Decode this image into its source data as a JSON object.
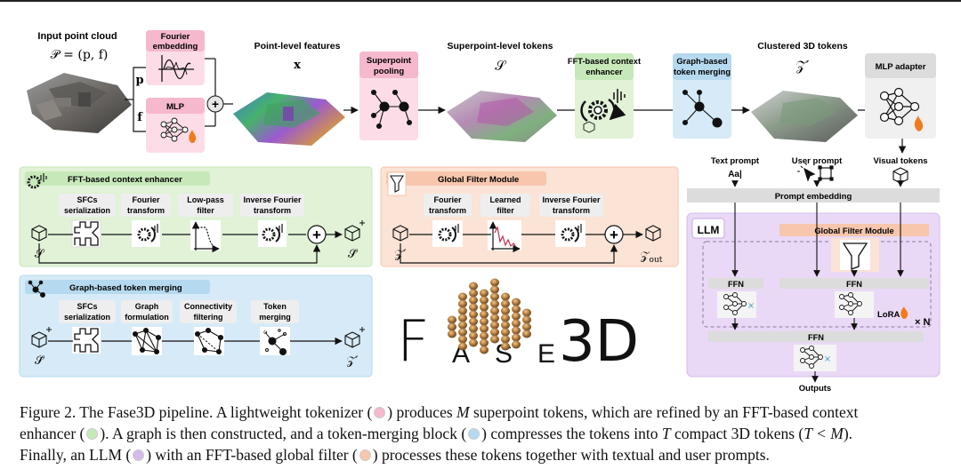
{
  "colors": {
    "pink": "#f6b8cc",
    "pink_light": "#fcdde7",
    "green": "#c7e9b9",
    "green_light": "#e1f2d7",
    "blue": "#b5d9ef",
    "blue_light": "#d6ebf7",
    "orange": "#f7c6ad",
    "orange_light": "#fbe3d6",
    "purple": "#d4bbe9",
    "purple_light": "#ead9f6",
    "gray": "#dcdcdc"
  },
  "top": {
    "input_label": "Input point cloud",
    "input_formula": "𝒫 = (p, f)",
    "p_label": "p",
    "f_label": "f",
    "fourier_embedding": [
      "Fourier",
      "embedding"
    ],
    "mlp": "MLP",
    "point_features": "Point-level features",
    "x_label": "x",
    "superpoint_pooling": [
      "Superpoint",
      "pooling"
    ],
    "superpoint_tokens": "Superpoint-level tokens",
    "s_label": "𝒮",
    "fft_enhancer": [
      "FFT-based context",
      "enhancer"
    ],
    "graph_merging": [
      "Graph-based",
      "token merging"
    ],
    "clustered_tokens": "Clustered 3D tokens",
    "z_label": "𝒵′",
    "mlp_adapter": "MLP adapter",
    "plus": "+"
  },
  "fft_panel": {
    "title": "FFT-based context enhancer",
    "steps": [
      [
        "SFCs",
        "serialization"
      ],
      [
        "Fourier",
        "transform"
      ],
      [
        "Low-pass",
        "filter"
      ],
      [
        "Inverse Fourier",
        "transform"
      ]
    ],
    "in_label": "𝒮",
    "out_label": "𝒮̃",
    "plus": "+"
  },
  "gfm_panel": {
    "title": "Global Filter Module",
    "steps": [
      [
        "Fourier",
        "transform"
      ],
      [
        "Learned",
        "filter"
      ],
      [
        "Inverse Fourier",
        "transform"
      ]
    ],
    "in_label": "𝒵′",
    "out_label": "𝒵",
    "out_sub": "out",
    "plus": "+"
  },
  "graph_panel": {
    "title": "Graph-based token merging",
    "steps": [
      [
        "SFCs",
        "serialization"
      ],
      [
        "Graph",
        "formulation"
      ],
      [
        "Connectivity",
        "filtering"
      ],
      [
        "Token",
        "merging"
      ]
    ],
    "in_label": "𝒮̃",
    "out_label": "𝒵′"
  },
  "logo": {
    "first": "F",
    "mid": [
      "A",
      "S",
      "E"
    ],
    "last": "3D"
  },
  "llm_panel": {
    "text_prompt": "Text prompt",
    "aa": "Aa|",
    "user_prompt": "User prompt",
    "visual_tokens": "Visual tokens",
    "prompt_embedding": "Prompt embedding",
    "llm": "LLM",
    "gfm": "Global Filter Module",
    "ffn": "FFN",
    "lora": "LoRA",
    "times_n": "× N",
    "outputs": "Outputs"
  },
  "caption": [
    "Figure 2. The Fase3D pipeline. A lightweight tokenizer (",
    ") produces ",
    "M",
    " superpoint tokens, which are refined by an FFT-based context",
    "enhancer (",
    "). A graph is then constructed, and a token-merging block (",
    ") compresses the tokens into ",
    "T",
    " compact 3D tokens (",
    "T < M",
    ").",
    "Finally, an LLM (",
    ") with an FFT-based global filter (",
    ") processes these tokens together with textual and user prompts."
  ]
}
